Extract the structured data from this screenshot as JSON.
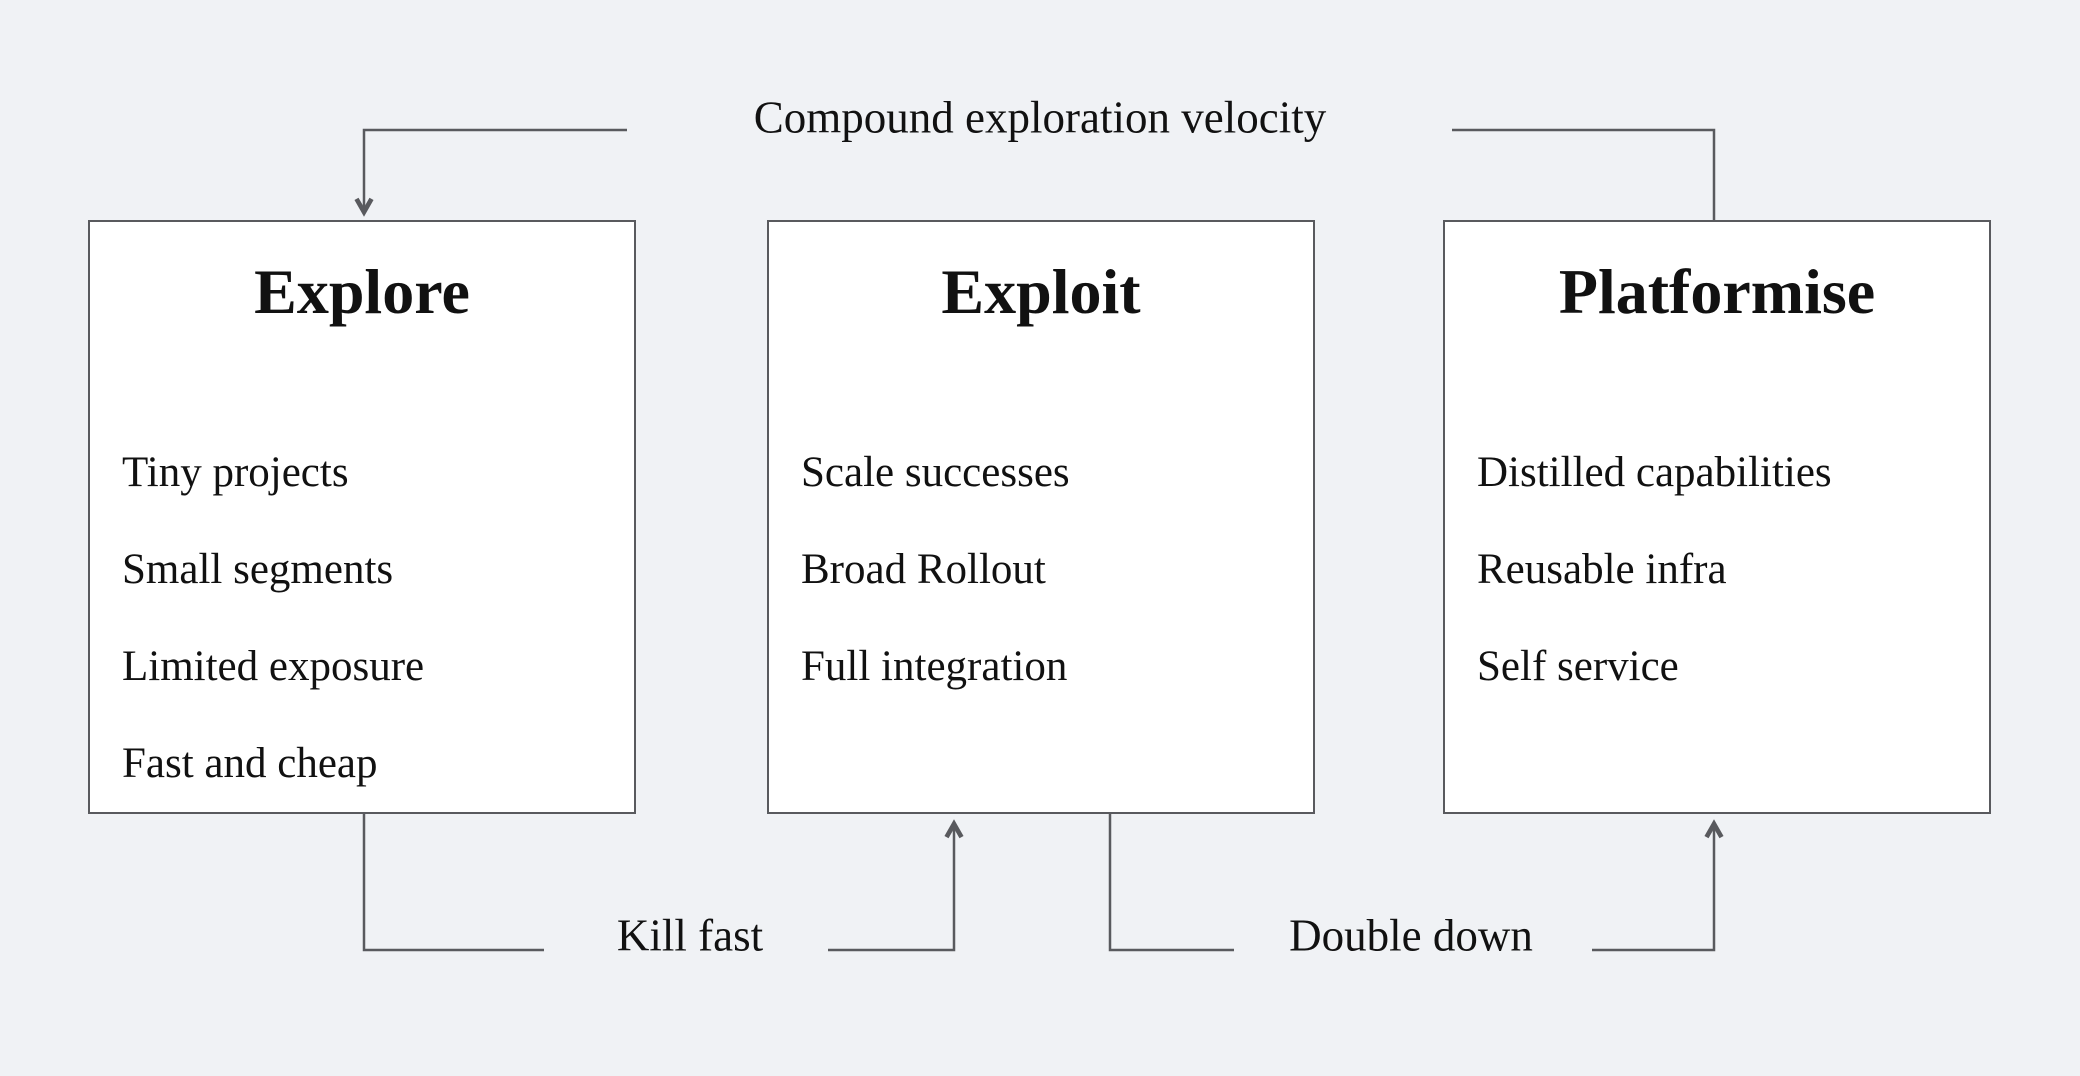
{
  "theme": {
    "bg": "#f0f2f5",
    "box-bg": "#ffffff",
    "line": "#595a5e",
    "text": "#111111"
  },
  "boxes": [
    {
      "title": "Explore",
      "items": [
        "Tiny projects",
        "Small segments",
        "Limited exposure",
        "Fast and cheap"
      ]
    },
    {
      "title": "Exploit",
      "items": [
        "Scale successes",
        "Broad Rollout",
        "Full integration"
      ]
    },
    {
      "title": "Platformise",
      "items": [
        "Distilled capabilities",
        "Reusable infra",
        "Self service"
      ]
    }
  ],
  "connectors": {
    "top_label": "Compound exploration velocity",
    "kill_fast_label": "Kill fast",
    "double_down_label": "Double down"
  }
}
